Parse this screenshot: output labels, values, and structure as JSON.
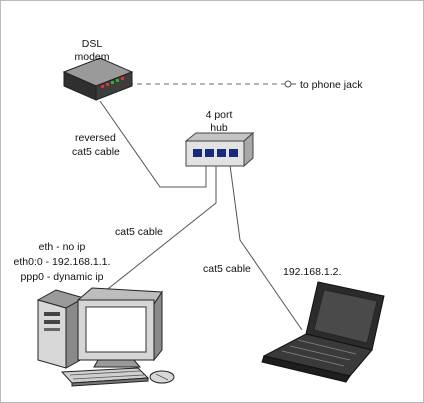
{
  "diagram": {
    "modem": {
      "line1": "DSL",
      "line2": "modem"
    },
    "phone_jack": "to phone jack",
    "reversed_cable": {
      "line1": "reversed",
      "line2": "cat5 cable"
    },
    "hub": {
      "line1": "4 port",
      "line2": "hub"
    },
    "pc_cable": "cat5 cable",
    "laptop_cable": "cat5 cable",
    "pc_info": {
      "line1": "eth - no ip",
      "line2": "eth0:0 - 192.168.1.1.",
      "line3": "ppp0 - dynamic ip"
    },
    "laptop_ip": "192.168.1.2."
  },
  "colors": {
    "line": "#555555",
    "device_dark": "#2f2f2f",
    "device_light": "#dcdcdc",
    "led_red": "#e03030",
    "led_green": "#30b030",
    "hub_port": "#1a2a7a"
  }
}
